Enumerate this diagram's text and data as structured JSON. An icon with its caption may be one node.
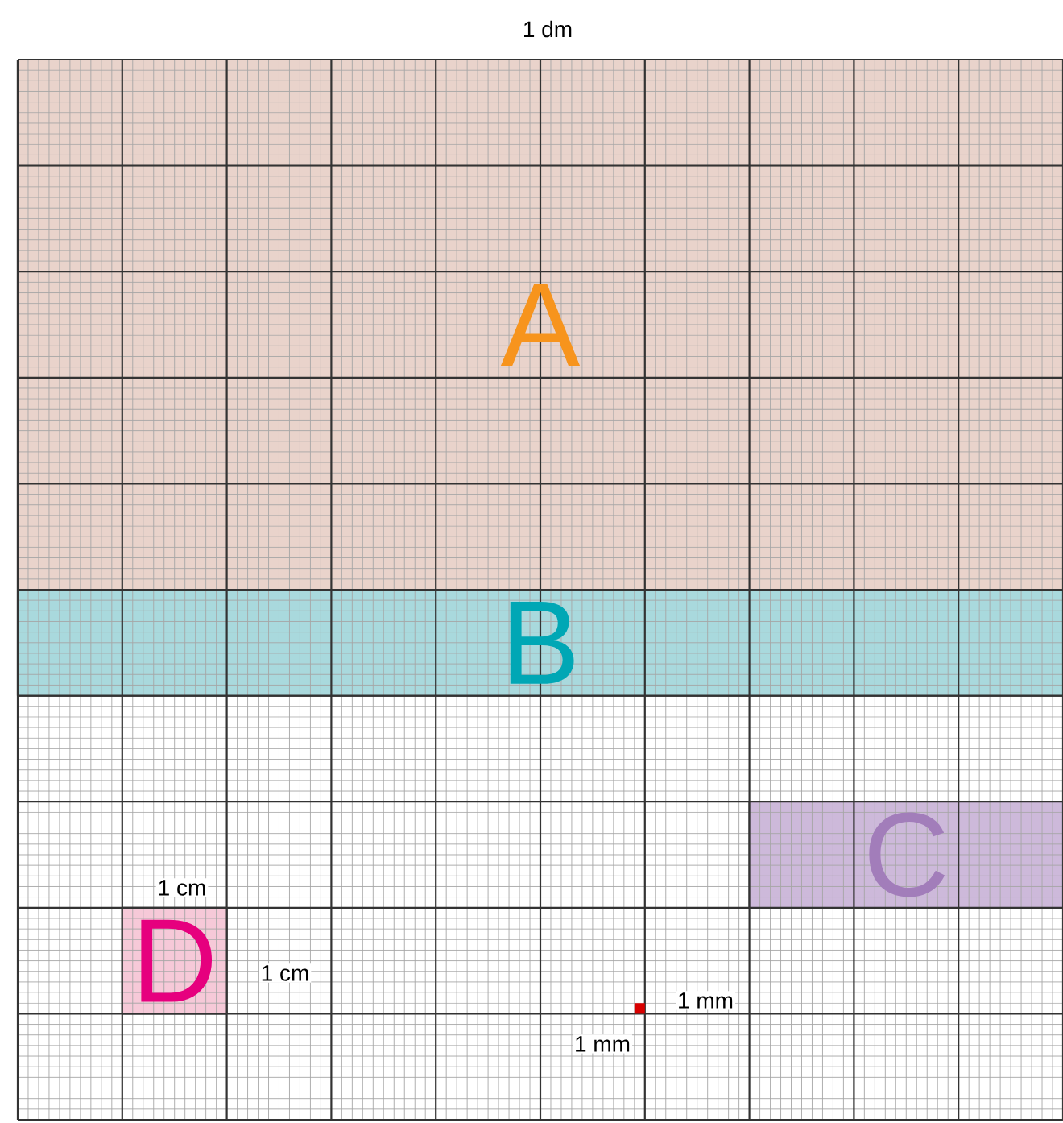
{
  "diagram": {
    "nodes": [
      {
        "text": [
          "A"
        ]
      },
      {
        "text": [
          "B"
        ]
      },
      {
        "text": [
          "C"
        ]
      },
      {
        "text": [
          "D"
        ]
      }
    ],
    "labels": [
      "1 dm",
      "1 cm",
      "1 cm",
      "1 mm",
      "1 mm"
    ]
  }
}
